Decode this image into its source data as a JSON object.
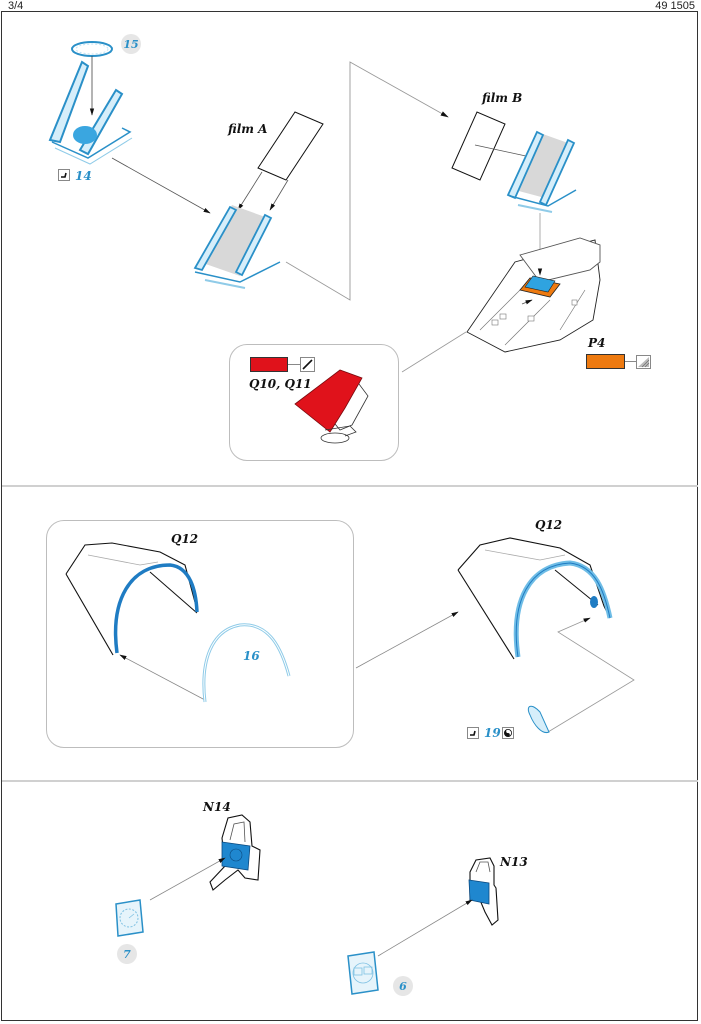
{
  "header": {
    "page_number": "3/4",
    "product_code": "49 1505"
  },
  "step1": {
    "part_15_badge": "15",
    "part_14_label": "14",
    "film_a_label": "film A",
    "film_b_label": "film B",
    "paint_inset": {
      "parts_label": "Q10, Q11",
      "paint_color": "#e0121b",
      "tool_icon": "brush-icon"
    },
    "p4_label": "P4",
    "p4_color": "#ee7a10",
    "p4_tool_icon": "hatching-icon",
    "bend_icon": "bend-icon"
  },
  "step2": {
    "left_part_label": "Q12",
    "part_16_label": "16",
    "right_part_label": "Q12",
    "part_19_label": "19",
    "bend_icon": "bend-icon",
    "roll_icon": "roll-icon"
  },
  "step3": {
    "n14_label": "N14",
    "n13_label": "N13",
    "part_7_badge": "7",
    "part_6_badge": "6"
  },
  "colors": {
    "etch_blue": "#2a90c8",
    "etch_light": "#bfe3f5",
    "part_blue": "#1f87cf",
    "frame": "#333333",
    "divider": "#d0d0d0"
  }
}
